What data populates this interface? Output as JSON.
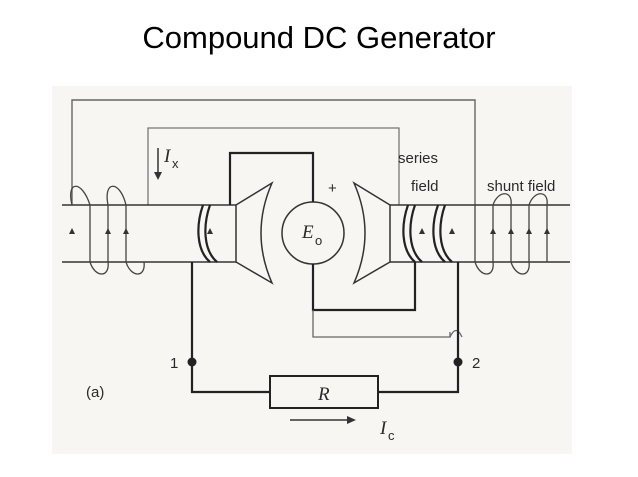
{
  "title": "Compound DC Generator",
  "diagram": {
    "current_ix": "I",
    "current_ix_sub": "x",
    "plus_sign": "+",
    "emf": "E",
    "emf_sub": "o",
    "series_label_line1": "series",
    "series_label_line2": "field",
    "shunt_label": "shunt field",
    "node_1": "1",
    "node_2": "2",
    "part_label": "(a)",
    "resistor": "R",
    "current_ic": "I",
    "current_ic_sub": "c"
  }
}
